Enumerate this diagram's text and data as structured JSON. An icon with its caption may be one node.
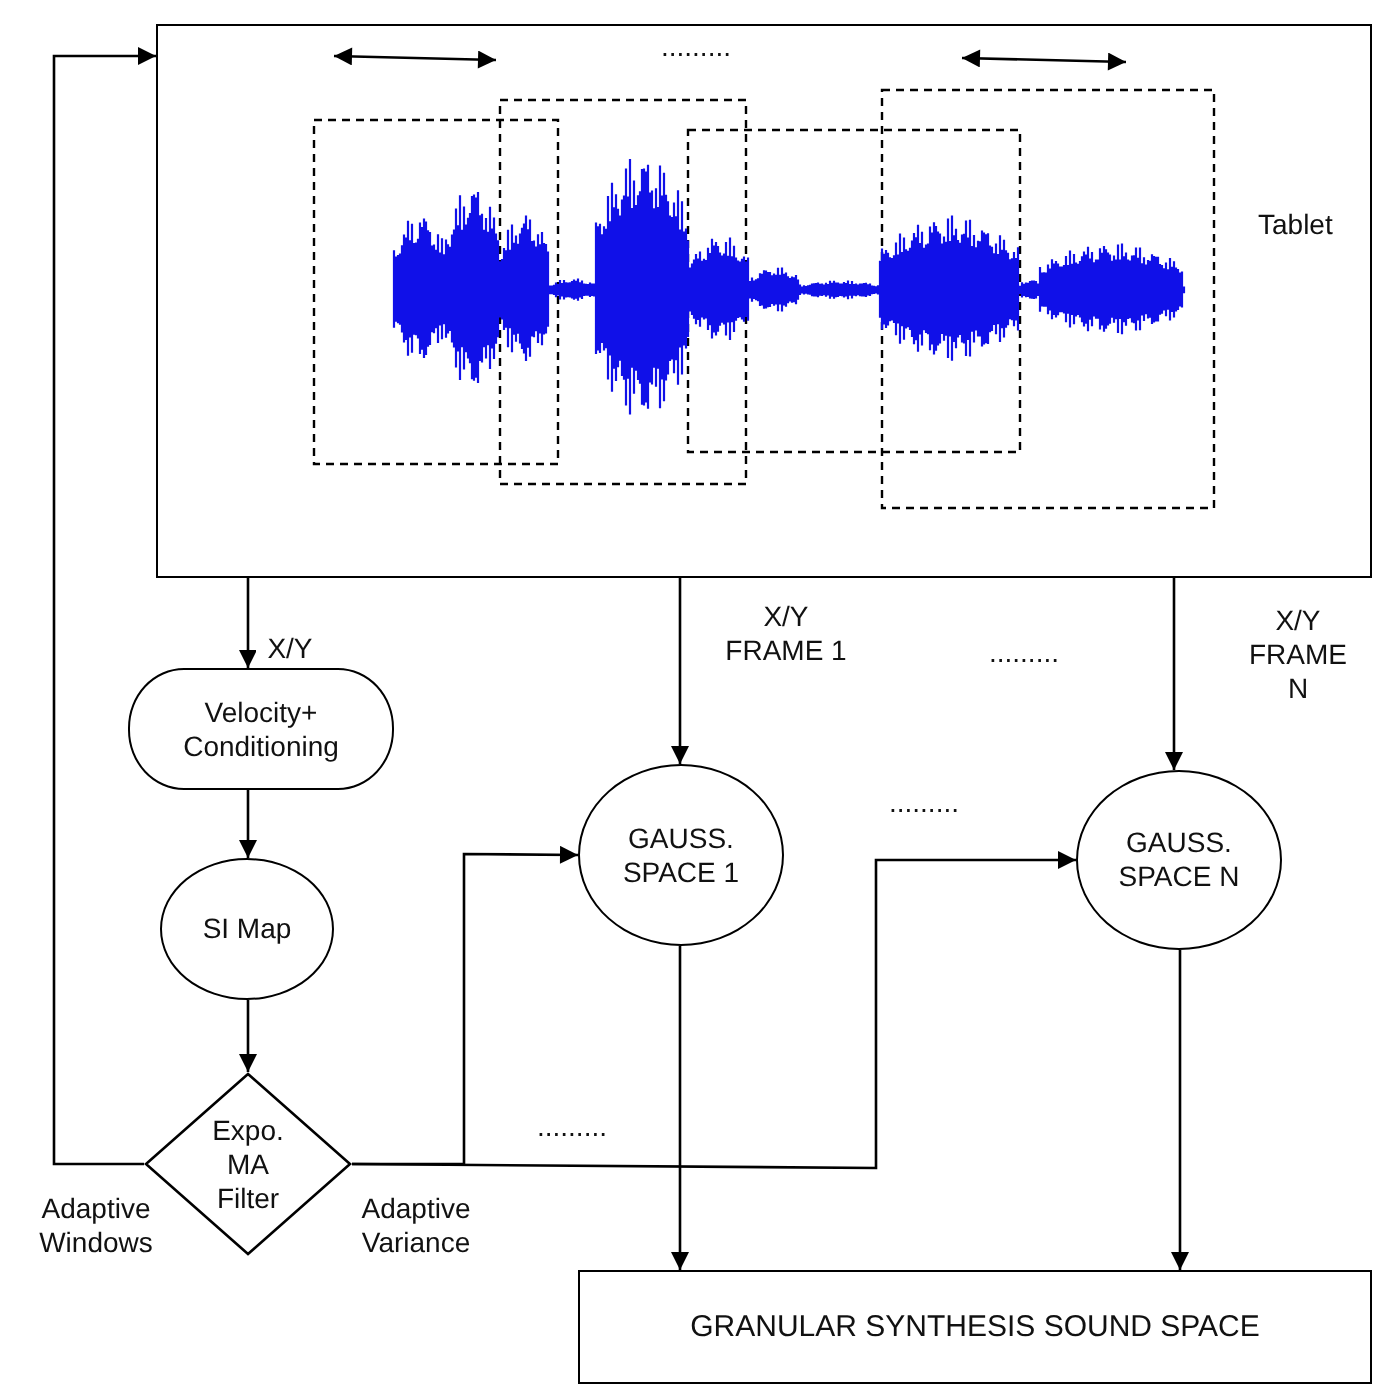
{
  "diagram": {
    "nodes": [
      {
        "text": [
          "Tablet"
        ]
      },
      {
        "text": [
          "Velocity+ Conditioning"
        ]
      },
      {
        "text": [
          "SI Map"
        ]
      },
      {
        "text": [
          "Expo. MA Filter"
        ]
      },
      {
        "text": [
          "GAUSS. SPACE 1"
        ]
      },
      {
        "text": [
          "GAUSS. SPACE N"
        ]
      },
      {
        "text": [
          "GRANULAR SYNTHESIS SOUND SPACE"
        ]
      }
    ],
    "edges": [
      {
        "from": 0,
        "to": 1,
        "arrow": "to",
        "label": "X/Y"
      },
      {
        "from": 1,
        "to": 2,
        "arrow": "to"
      },
      {
        "from": 2,
        "to": 3,
        "arrow": "to"
      },
      {
        "from": 3,
        "to": 0,
        "arrow": "to",
        "label": "Adaptive Windows"
      },
      {
        "from": 0,
        "to": 4,
        "arrow": "to",
        "label": "X/Y FRAME 1"
      },
      {
        "from": 0,
        "to": 5,
        "arrow": "to",
        "label": "X/Y FRAME N"
      },
      {
        "from": 4,
        "to": 6,
        "arrow": "to"
      },
      {
        "from": 5,
        "to": 6,
        "arrow": "to"
      },
      {
        "from": 3,
        "to": 4,
        "arrow": "to",
        "label": "Adaptive Variance"
      },
      {
        "from": 3,
        "to": 5,
        "arrow": "to"
      }
    ],
    "labels": [
      ".........",
      ".........",
      ".........",
      "........."
    ]
  }
}
